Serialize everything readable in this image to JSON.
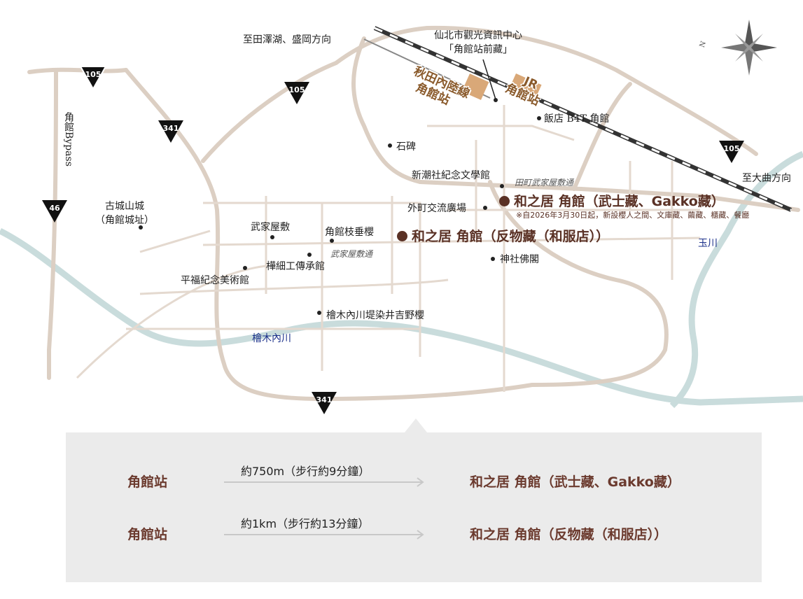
{
  "map": {
    "direction_labels": {
      "tazawako": "至田澤湖、盛岡方向",
      "omagari": "至大曲方向"
    },
    "compass": {
      "north": "N"
    },
    "route_shields": [
      "105",
      "105",
      "105",
      "341",
      "341",
      "46"
    ],
    "bypass": "角館Bypass",
    "stations": {
      "akita_nairiku": [
        "秋田內陸線",
        "角館站"
      ],
      "jr": [
        "JR",
        "角館站"
      ]
    },
    "poi": {
      "info_center": [
        "仙北市觀光資訊中心",
        "「角館站前藏」"
      ],
      "hotel": "飯店 B4T 角館",
      "sekihi": "石碑",
      "shinchosha": "新潮社紀念文學館",
      "tomachi": "外町交流廣場",
      "castle": [
        "古城山城",
        "（角館城址）"
      ],
      "bukeyashiki": "武家屋敷",
      "shidarezakura": "角館枝垂櫻",
      "kabazaiku": "樺細工傳承館",
      "hirafuku": "平福紀念美術館",
      "jinja": "神社佛閣",
      "tsutsumi": "檜木內川堤染井吉野櫻"
    },
    "streets": {
      "tamachi": "田町武家屋敷通",
      "bukeyashiki": "武家屋敷通"
    },
    "rivers": {
      "hinokinai": "檜木內川",
      "tamagawa": "玉川"
    },
    "highlights": {
      "samurai": "和之居 角館（武士藏、Gakko藏）",
      "samurai_note": "※自2026年3月30日起，新設櫻人之間、文庫藏、繭藏、櫃藏、餐廳",
      "tanmono": "和之居 角館（反物藏（和服店））"
    }
  },
  "access": [
    {
      "from": "角館站",
      "distance": "約750m（步行約9分鐘）",
      "to": "和之居 角館（武士藏、Gakko藏）"
    },
    {
      "from": "角館站",
      "distance": "約1km（步行約13分鐘）",
      "to": "和之居 角館（反物藏（和服店））"
    }
  ],
  "colors": {
    "road": "#dccfc3",
    "accent": "#5a3125",
    "river": "#c9dcdc",
    "panel": "#ebebeb"
  }
}
